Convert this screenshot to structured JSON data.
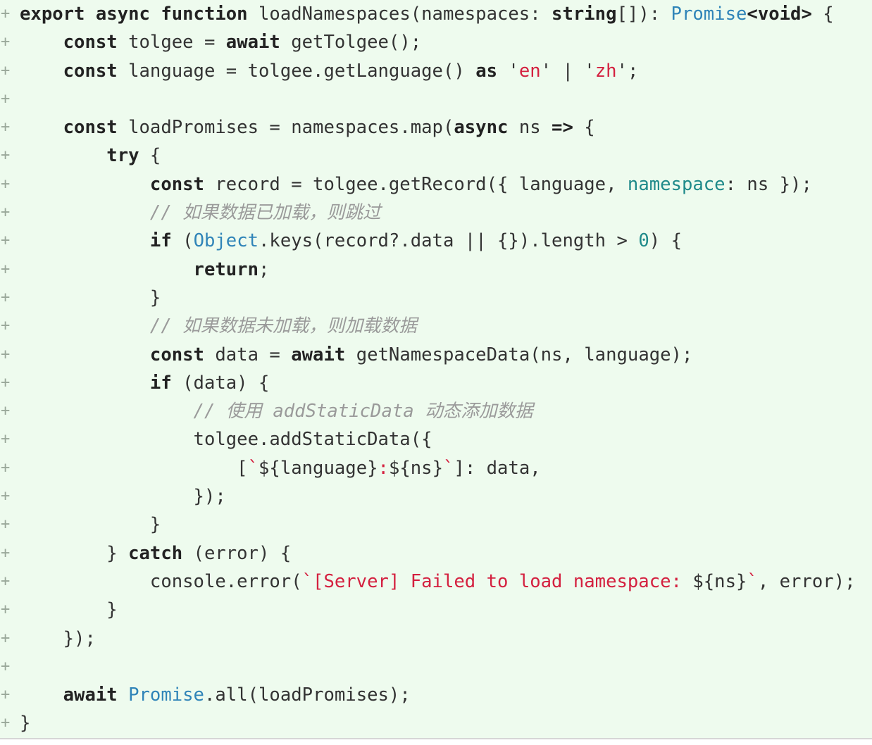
{
  "diff_marker": "+",
  "colors": {
    "background": "#eefbee",
    "keyword": "#222222",
    "type": "#2f84b8",
    "string": "#d4203f",
    "property": "#1f8a8a",
    "comment": "#9a9a9a"
  },
  "lines": [
    [
      [
        "export async function",
        "k"
      ],
      [
        " loadNamespaces(namespaces: ",
        "p"
      ],
      [
        "string",
        "k"
      ],
      [
        "[]): ",
        "p"
      ],
      [
        "Promise",
        "b"
      ],
      [
        "<void>",
        "k"
      ],
      [
        " {",
        "p"
      ]
    ],
    [
      [
        "    ",
        "p"
      ],
      [
        "const",
        "k"
      ],
      [
        " tolgee = ",
        "p"
      ],
      [
        "await",
        "k"
      ],
      [
        " getTolgee();",
        "p"
      ]
    ],
    [
      [
        "    ",
        "p"
      ],
      [
        "const",
        "k"
      ],
      [
        " language = tolgee.getLanguage() ",
        "p"
      ],
      [
        "as",
        "k"
      ],
      [
        " '",
        "p"
      ],
      [
        "en",
        "s"
      ],
      [
        "' | '",
        "p"
      ],
      [
        "zh",
        "s"
      ],
      [
        "';",
        "p"
      ]
    ],
    [],
    [
      [
        "    ",
        "p"
      ],
      [
        "const",
        "k"
      ],
      [
        " loadPromises = namespaces.map(",
        "p"
      ],
      [
        "async",
        "k"
      ],
      [
        " ns ",
        "p"
      ],
      [
        "=>",
        "k"
      ],
      [
        " {",
        "p"
      ]
    ],
    [
      [
        "        ",
        "p"
      ],
      [
        "try",
        "k"
      ],
      [
        " {",
        "p"
      ]
    ],
    [
      [
        "            ",
        "p"
      ],
      [
        "const",
        "k"
      ],
      [
        " record = tolgee.getRecord({ language, ",
        "p"
      ],
      [
        "namespace",
        "t"
      ],
      [
        ": ns });",
        "p"
      ]
    ],
    [
      [
        "            ",
        "p"
      ],
      [
        "// 如果数据已加载，则跳过",
        "c"
      ]
    ],
    [
      [
        "            ",
        "p"
      ],
      [
        "if",
        "k"
      ],
      [
        " (",
        "p"
      ],
      [
        "Object",
        "b"
      ],
      [
        ".keys(record?.data || {}).length > ",
        "p"
      ],
      [
        "0",
        "t"
      ],
      [
        ") {",
        "p"
      ]
    ],
    [
      [
        "                ",
        "p"
      ],
      [
        "return",
        "k"
      ],
      [
        ";",
        "p"
      ]
    ],
    [
      [
        "            }",
        "p"
      ]
    ],
    [
      [
        "            ",
        "p"
      ],
      [
        "// 如果数据未加载，则加载数据",
        "c"
      ]
    ],
    [
      [
        "            ",
        "p"
      ],
      [
        "const",
        "k"
      ],
      [
        " data = ",
        "p"
      ],
      [
        "await",
        "k"
      ],
      [
        " getNamespaceData(ns, language);",
        "p"
      ]
    ],
    [
      [
        "            ",
        "p"
      ],
      [
        "if",
        "k"
      ],
      [
        " (data) {",
        "p"
      ]
    ],
    [
      [
        "                ",
        "p"
      ],
      [
        "// 使用 addStaticData 动态添加数据",
        "c"
      ]
    ],
    [
      [
        "                tolgee.addStaticData({",
        "p"
      ]
    ],
    [
      [
        "                    [",
        "p"
      ],
      [
        "`",
        "s"
      ],
      [
        "${language}",
        "p"
      ],
      [
        ":",
        "s"
      ],
      [
        "${ns}",
        "p"
      ],
      [
        "`",
        "s"
      ],
      [
        "]: data,",
        "p"
      ]
    ],
    [
      [
        "                });",
        "p"
      ]
    ],
    [
      [
        "            }",
        "p"
      ]
    ],
    [
      [
        "        } ",
        "p"
      ],
      [
        "catch",
        "k"
      ],
      [
        " (error) {",
        "p"
      ]
    ],
    [
      [
        "            console.error(",
        "p"
      ],
      [
        "`[Server] Failed to load namespace: ",
        "s"
      ],
      [
        "${ns}",
        "p"
      ],
      [
        "`",
        "s"
      ],
      [
        ", error);",
        "p"
      ]
    ],
    [
      [
        "        }",
        "p"
      ]
    ],
    [
      [
        "    });",
        "p"
      ]
    ],
    [],
    [
      [
        "    ",
        "p"
      ],
      [
        "await",
        "k"
      ],
      [
        " ",
        "p"
      ],
      [
        "Promise",
        "b"
      ],
      [
        ".all(loadPromises);",
        "p"
      ]
    ],
    [
      [
        "}",
        "p"
      ]
    ]
  ]
}
